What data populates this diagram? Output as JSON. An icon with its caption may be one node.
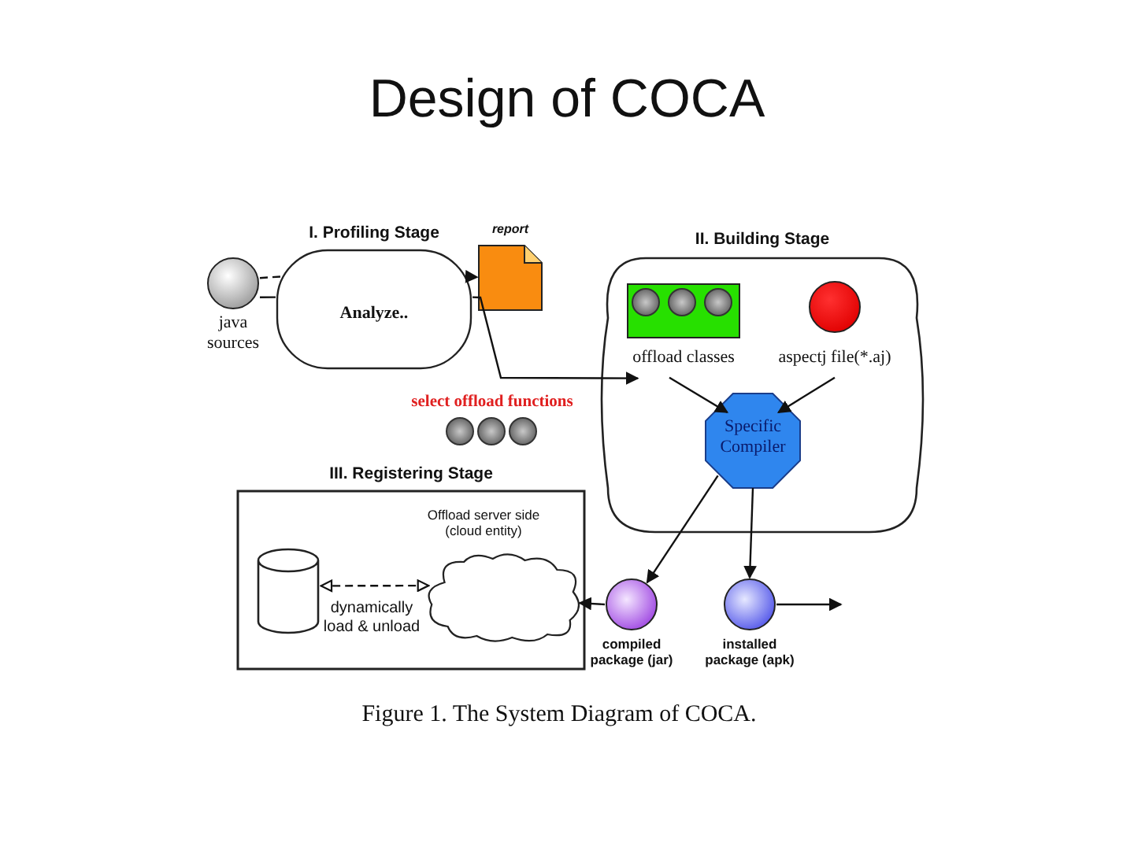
{
  "diagram": {
    "title": "Design of COCA",
    "caption": "Figure 1. The System Diagram of COCA.",
    "nodes": [
      {
        "text": [],
        "shape": "circle",
        "beside": [
          "java sources"
        ]
      },
      {
        "text": [
          "I. Profiling Stage",
          "Analyze.."
        ]
      },
      {
        "text": [],
        "shape": "document",
        "beside": [
          "report"
        ]
      },
      {
        "text": [
          "II. Building Stage"
        ]
      },
      {
        "text": [],
        "shape": "box",
        "beside": [
          "offload classes"
        ],
        "in": 3
      },
      {
        "text": [],
        "shape": "circle",
        "beside": [
          "aspectj file(*.aj)"
        ],
        "in": 3
      },
      {
        "text": [
          "Specific Compiler"
        ],
        "in": 3
      },
      {
        "text": [
          "III. Registering Stage"
        ]
      },
      {
        "text": [],
        "shape": "cylinder",
        "in": 7
      },
      {
        "text": [],
        "shape": "cloud",
        "beside": [
          "Offload server side (cloud entity)"
        ],
        "in": 7
      },
      {
        "text": [],
        "shape": "circle",
        "beside": [
          "compiled package (jar)"
        ]
      },
      {
        "text": [],
        "shape": "circle",
        "beside": [
          "installed package (apk)"
        ]
      }
    ],
    "edges": [
      {
        "from": 0,
        "to": 1,
        "arrow": "none",
        "style": "dashed"
      },
      {
        "from": 1,
        "to": 2,
        "arrow": "to",
        "style": "dashed"
      },
      {
        "from": 0,
        "to": 1,
        "arrow": "none"
      },
      {
        "from": 1,
        "to": 3,
        "arrow": "to"
      },
      {
        "from": 4,
        "to": 6,
        "arrow": "to"
      },
      {
        "from": 5,
        "to": 6,
        "arrow": "to"
      },
      {
        "from": 6,
        "to": 10,
        "arrow": "to"
      },
      {
        "from": 6,
        "to": 11,
        "arrow": "to"
      },
      {
        "from": 10,
        "to": 9,
        "arrow": "to"
      },
      {
        "from": 9,
        "to": 8,
        "arrow": "both",
        "style": "dashed",
        "label": "dynamically load & unload"
      },
      {
        "from": 11,
        "to": null,
        "arrow": "to"
      }
    ],
    "labels": [
      "select offload functions"
    ]
  }
}
